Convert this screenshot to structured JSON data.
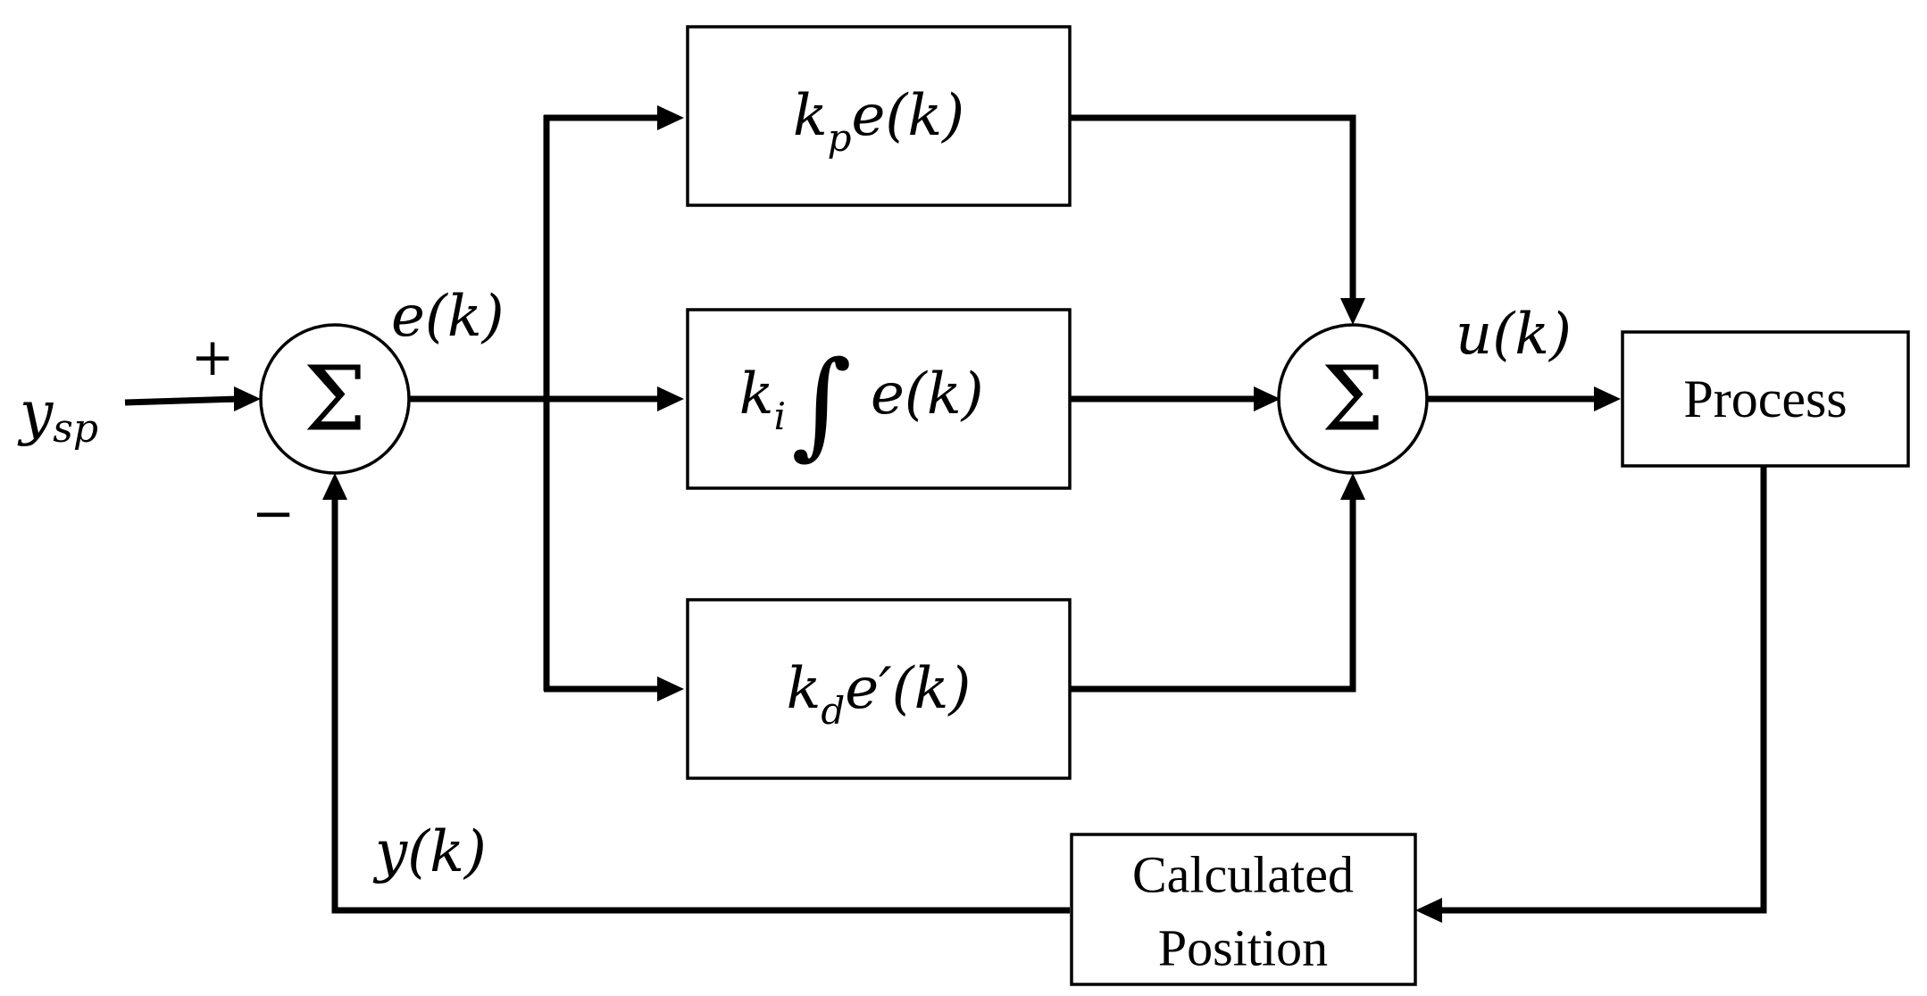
{
  "inputs": {
    "setpoint": {
      "base": "y",
      "sub": "sp"
    },
    "plus_sign": "+",
    "minus_sign": "−"
  },
  "signals": {
    "error": "e(k)",
    "control": "u(k)",
    "output": "y(k)"
  },
  "summing_symbol": "Σ",
  "blocks": {
    "proportional": {
      "k": "k",
      "sub": "p",
      "rest": "e(k)"
    },
    "integral": {
      "k": "k",
      "sub": "i",
      "integral": "∫",
      "rest": "e(k)"
    },
    "derivative": {
      "k": "k",
      "sub": "d",
      "rest": "e′(k)"
    },
    "process": "Process",
    "calculated_position": [
      "Calculated",
      "Position"
    ]
  }
}
